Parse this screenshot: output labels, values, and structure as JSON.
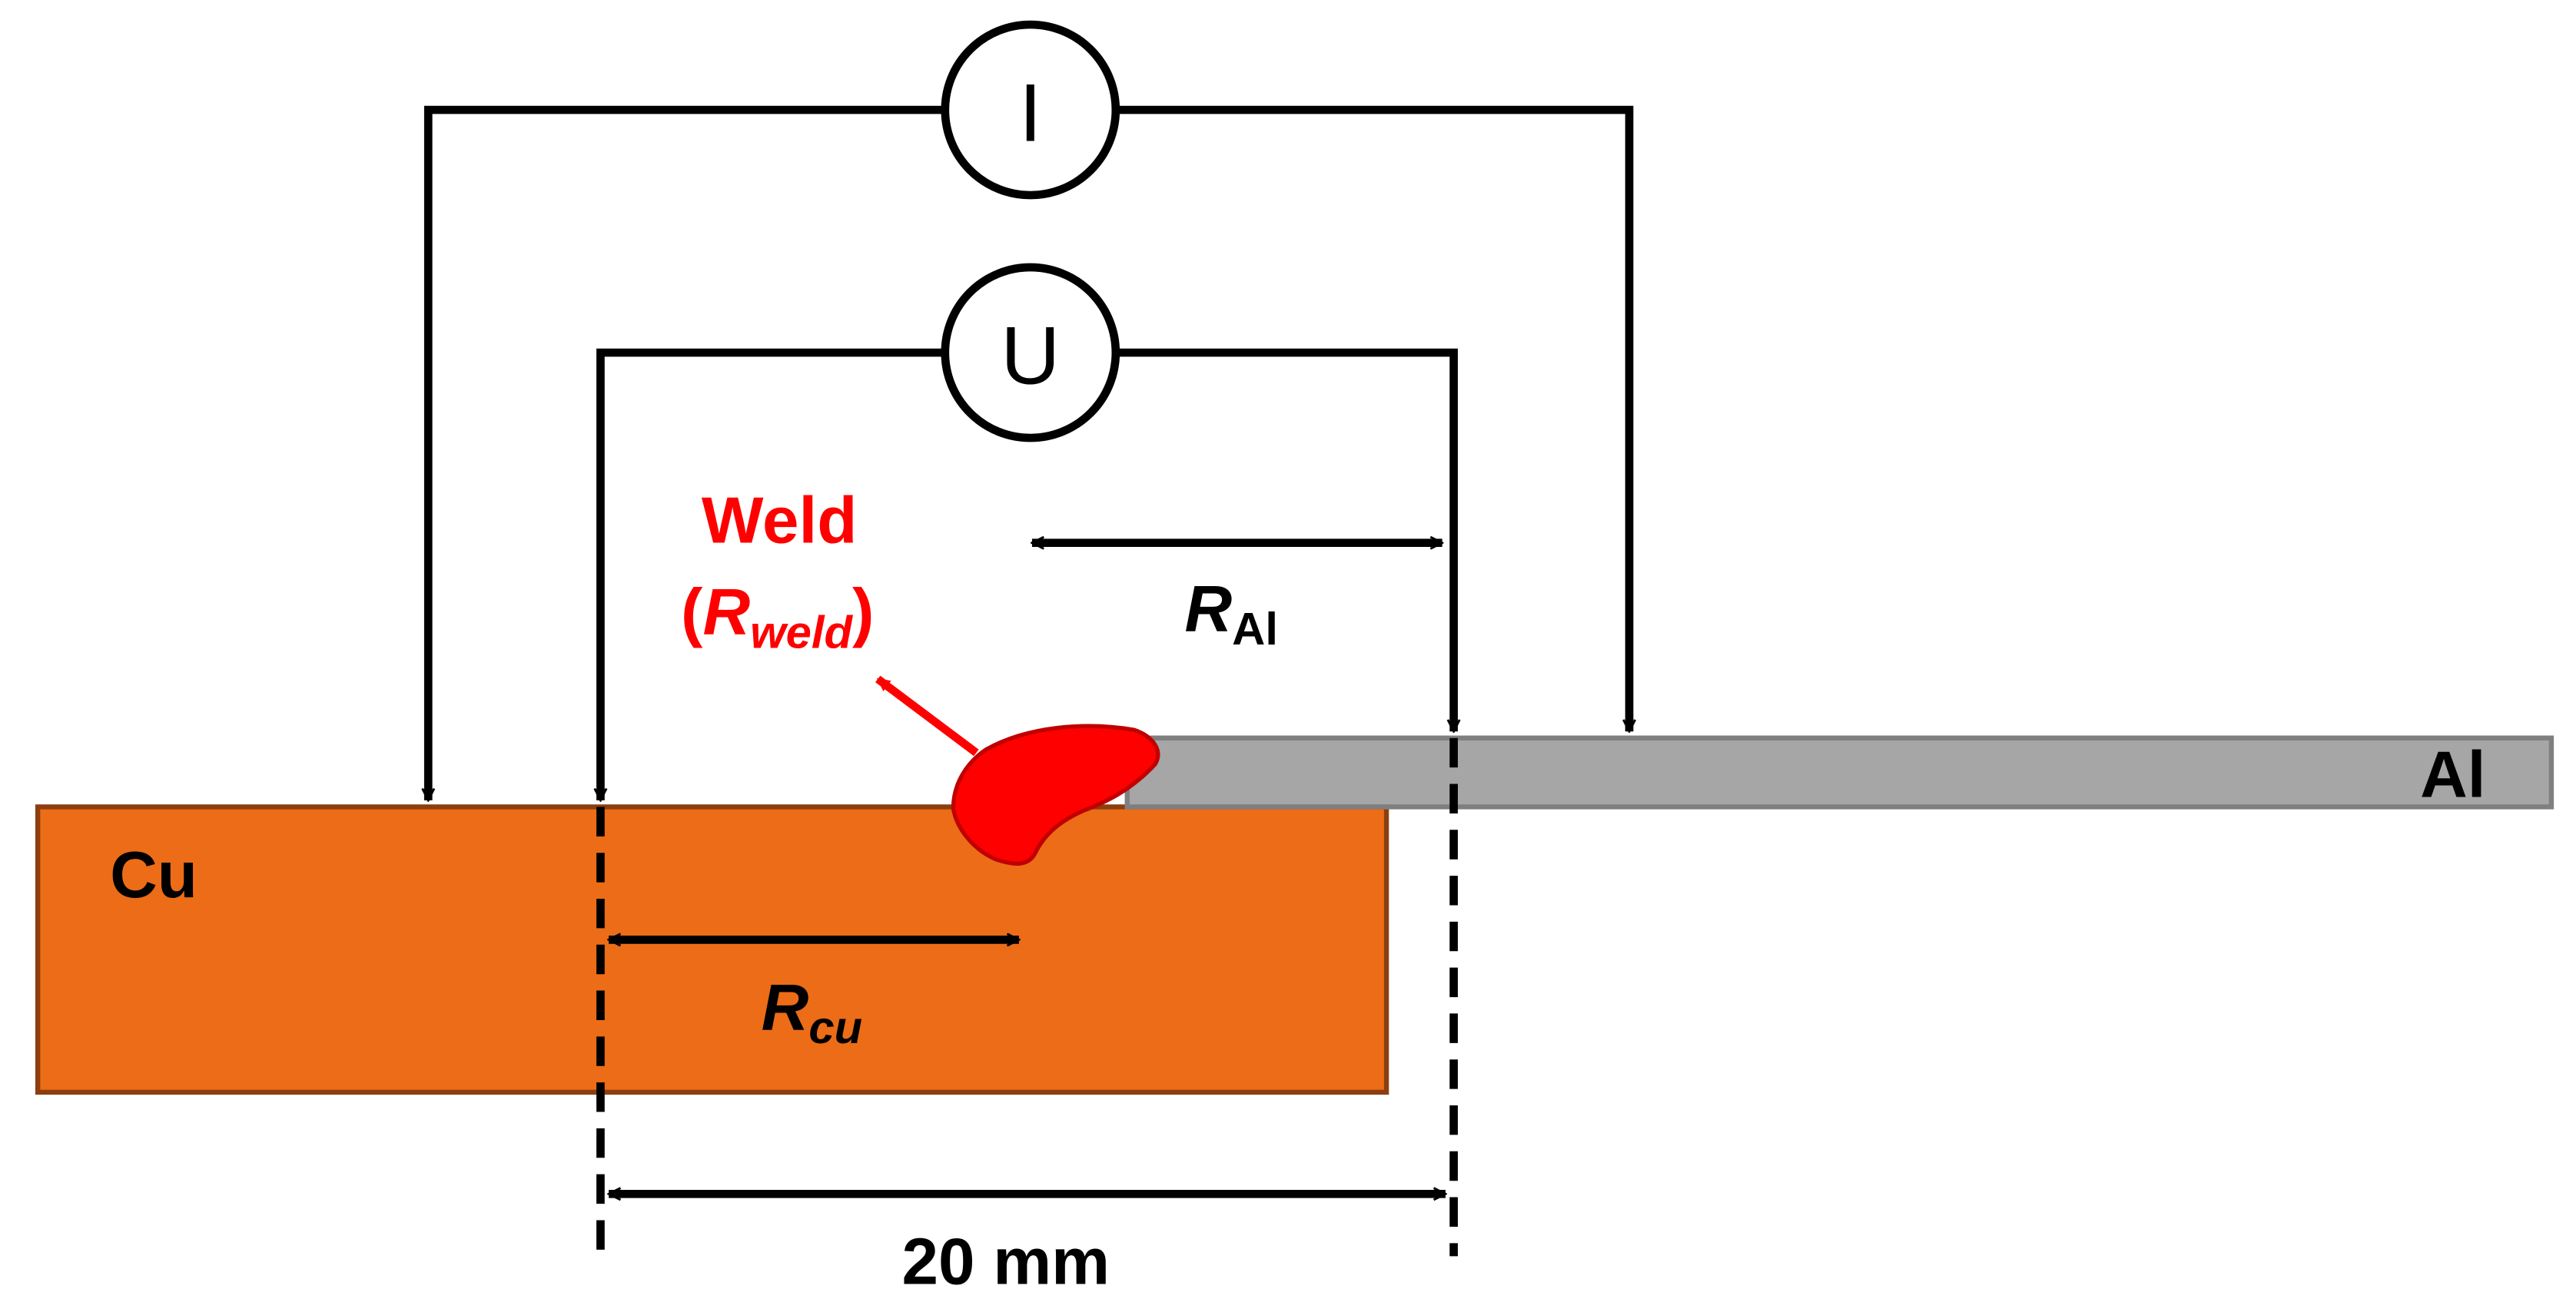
{
  "materials": {
    "cu_label": "Cu",
    "al_label": "Al",
    "cu_color": "#EC6C17",
    "cu_edge": "#8B3F0E",
    "al_color": "#A6A6A6",
    "al_edge": "#7F7F7F",
    "weld_color": "#FF0000",
    "weld_edge": "#C00000"
  },
  "meters": {
    "current": "I",
    "voltage": "U"
  },
  "weld": {
    "title": "Weld",
    "paren_open": "(",
    "symbol": "R",
    "subscript": "weld",
    "paren_close": ")"
  },
  "resistances": {
    "al_symbol": "R",
    "al_subscript": "Al",
    "cu_symbol": "R",
    "cu_subscript": "cu"
  },
  "dimension": {
    "label": "20 mm"
  }
}
